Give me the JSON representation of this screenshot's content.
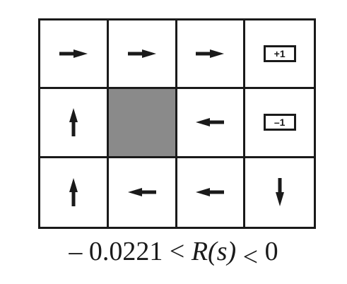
{
  "grid": {
    "rows": 3,
    "cols": 4,
    "cells": [
      {
        "type": "arrow",
        "dir": "right"
      },
      {
        "type": "arrow",
        "dir": "right"
      },
      {
        "type": "arrow",
        "dir": "right"
      },
      {
        "type": "terminal",
        "label": "+1"
      },
      {
        "type": "arrow",
        "dir": "up"
      },
      {
        "type": "wall"
      },
      {
        "type": "arrow",
        "dir": "left"
      },
      {
        "type": "terminal",
        "label": "–1"
      },
      {
        "type": "arrow",
        "dir": "up"
      },
      {
        "type": "arrow",
        "dir": "left"
      },
      {
        "type": "arrow",
        "dir": "left"
      },
      {
        "type": "arrow",
        "dir": "down"
      }
    ]
  },
  "caption": {
    "lower": "– 0.0221",
    "lt1": "<",
    "expr": "R(s)",
    "lt2": "<",
    "upper": "0"
  },
  "colors": {
    "ink": "#1a1a1a",
    "wall": "#8a8a8a"
  }
}
